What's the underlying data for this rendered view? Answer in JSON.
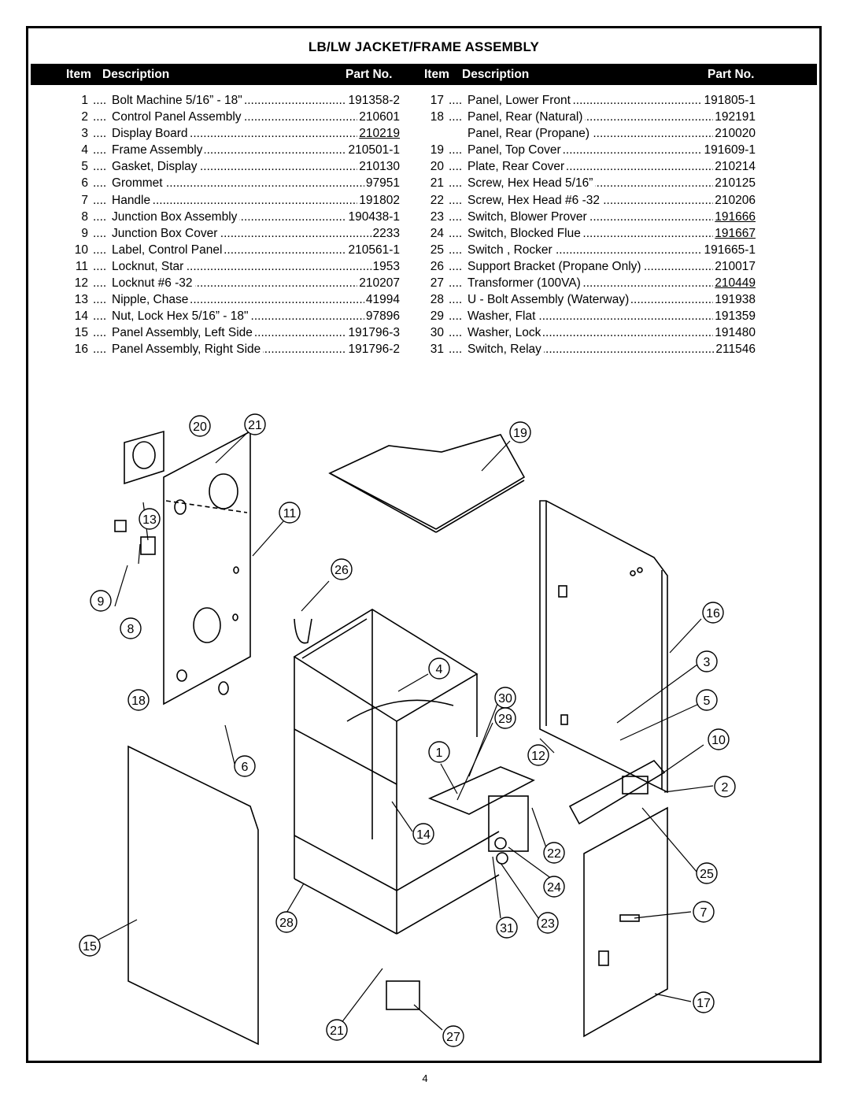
{
  "title": "LB/LW JACKET/FRAME ASSEMBLY",
  "header": {
    "item": "Item",
    "description": "Description",
    "part_no": "Part No."
  },
  "left_items": [
    {
      "num": "1",
      "desc": "Bolt Machine 5/16” - 18\"",
      "part": "191358-2"
    },
    {
      "num": "2",
      "desc": "Control Panel Assembly",
      "part": "210601"
    },
    {
      "num": "3",
      "desc": "Display Board",
      "part": "210219",
      "underline": true
    },
    {
      "num": "4",
      "desc": "Frame Assembly",
      "part": "210501-1"
    },
    {
      "num": "5",
      "desc": "Gasket, Display",
      "part": "210130"
    },
    {
      "num": "6",
      "desc": "Grommet",
      "part": "97951"
    },
    {
      "num": "7",
      "desc": "Handle",
      "part": "191802"
    },
    {
      "num": "8",
      "desc": "Junction Box Assembly",
      "part": "190438-1"
    },
    {
      "num": "9",
      "desc": "Junction Box Cover",
      "part": "2233"
    },
    {
      "num": "10",
      "desc": "Label, Control Panel",
      "part": "210561-1"
    },
    {
      "num": "11",
      "desc": "Locknut, Star",
      "part": "1953"
    },
    {
      "num": "12",
      "desc": "Locknut #6 -32",
      "part": "210207"
    },
    {
      "num": "13",
      "desc": "Nipple, Chase",
      "part": "41994"
    },
    {
      "num": "14",
      "desc": "Nut, Lock Hex 5/16” - 18\"",
      "part": "97896"
    },
    {
      "num": "15",
      "desc": "Panel Assembly, Left Side",
      "part": "191796-3"
    },
    {
      "num": "16",
      "desc": "Panel Assembly, Right Side",
      "part": "191796-2"
    }
  ],
  "right_items": [
    {
      "num": "17",
      "desc": "Panel, Lower Front",
      "part": "191805-1"
    },
    {
      "num": "18",
      "desc": "Panel, Rear (Natural)",
      "part": "192191"
    },
    {
      "num": "",
      "desc": "Panel, Rear (Propane)",
      "part": "210020"
    },
    {
      "num": "19",
      "desc": "Panel, Top Cover",
      "part": "191609-1"
    },
    {
      "num": "20",
      "desc": "Plate, Rear Cover",
      "part": "210214"
    },
    {
      "num": "21",
      "desc": "Screw, Hex Head 5/16”",
      "part": "210125"
    },
    {
      "num": "22",
      "desc": "Screw, Hex Head #6 -32",
      "part": "210206"
    },
    {
      "num": "23",
      "desc": "Switch, Blower Prover",
      "part": "191666",
      "underline": true
    },
    {
      "num": "24",
      "desc": "Switch, Blocked Flue",
      "part": "191667",
      "underline": true
    },
    {
      "num": "25",
      "desc": "Switch , Rocker",
      "part": "191665-1"
    },
    {
      "num": "26",
      "desc": "Support Bracket (Propane Only)",
      "part": "210017"
    },
    {
      "num": "27",
      "desc": "Transformer (100VA)",
      "part": "210449",
      "underline": true
    },
    {
      "num": "28",
      "desc": "U - Bolt Assembly (Waterway)",
      "part": "191938"
    },
    {
      "num": "29",
      "desc": "Washer, Flat",
      "part": "191359"
    },
    {
      "num": "30",
      "desc": "Washer, Lock",
      "part": "191480"
    },
    {
      "num": "31",
      "desc": "Switch, Relay",
      "part": "211546"
    }
  ],
  "dots": "....",
  "callouts": [
    "20",
    "21",
    "19",
    "13",
    "11",
    "9",
    "8",
    "26",
    "16",
    "3",
    "4",
    "5",
    "18",
    "30",
    "29",
    "10",
    "2",
    "1",
    "12",
    "6",
    "14",
    "22",
    "25",
    "24",
    "7",
    "28",
    "31",
    "23",
    "15",
    "17",
    "21",
    "27"
  ],
  "page_number": "4"
}
